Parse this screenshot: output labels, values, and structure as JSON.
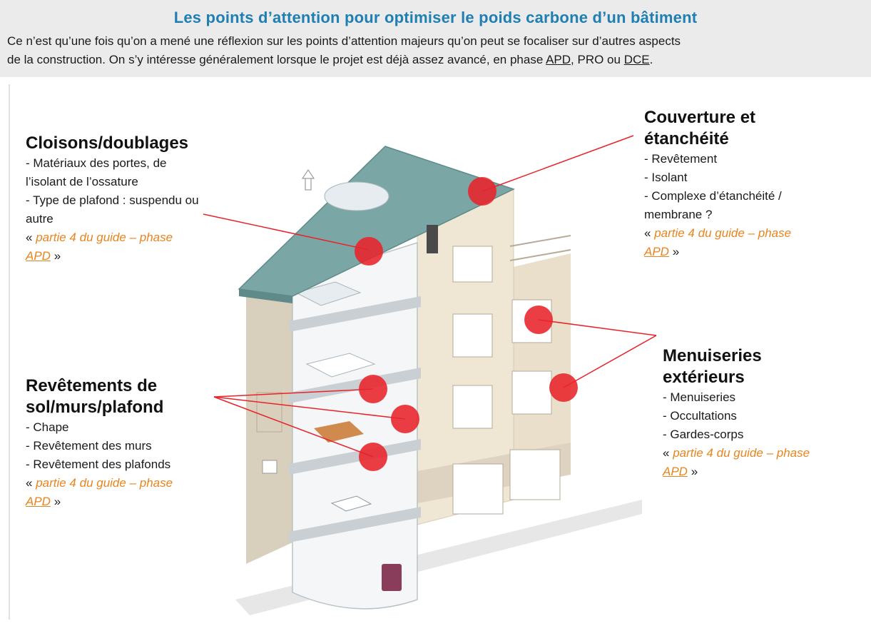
{
  "header": {
    "title": "Les points d’attention pour optimiser le poids carbone d’un bâtiment",
    "intro_line1": "Ce n’est qu’une fois qu’on a mené une réflexion sur les points d’attention majeurs qu’on peut se focaliser sur d’autres aspects",
    "intro_line2_a": "de la construction. On s’y intéresse généralement lorsque le projet est déjà assez avancé, en phase ",
    "intro_apd": "APD",
    "intro_sep1": ", ",
    "intro_pro": "PRO",
    "intro_sep2": " ou ",
    "intro_dce": "DCE",
    "intro_end": "."
  },
  "blocks": {
    "cloisons": {
      "title": "Cloisons/doublages",
      "items": [
        "- Matériaux des portes, de",
        "l’isolant de l’ossature",
        "- Type de plafond : suspendu ou",
        "autre"
      ],
      "ref_open": "« ",
      "ref_text": "partie 4 du guide – phase",
      "ref_apd": "APD",
      "ref_close": " »"
    },
    "couverture": {
      "title_line1": "Couverture et",
      "title_line2": "étanchéité",
      "items": [
        "- Revêtement",
        "- Isolant",
        "- Complexe d’étanchéité /",
        "membrane ?"
      ],
      "ref_open": "« ",
      "ref_text": "partie 4 du guide – phase",
      "ref_apd": "APD",
      "ref_close": " »"
    },
    "revetements": {
      "title_line1": "Revêtements de",
      "title_line2": "sol/murs/plafond",
      "items": [
        "- Chape",
        "- Revêtement des murs",
        "- Revêtement des plafonds"
      ],
      "ref_open": "« ",
      "ref_text": "partie 4 du guide – phase",
      "ref_apd": "APD",
      "ref_close": " »"
    },
    "menuiseries": {
      "title_line1": "Menuiseries",
      "title_line2": "extérieurs",
      "items": [
        "- Menuiseries",
        "- Occultations",
        "- Gardes-corps"
      ],
      "ref_open": "« ",
      "ref_text": "partie 4 du guide – phase",
      "ref_apd": "APD",
      "ref_close": " »"
    }
  },
  "colors": {
    "title_blue": "#1f7fb2",
    "reference_orange": "#e8841d",
    "hotspot_red": "#e8232a",
    "roof_teal": "#7aa6a5",
    "facade_beige": "#ece3cf"
  },
  "icons": [
    "chimney-arrow-icon",
    "ventilation-unit-icon",
    "heat-pump-icon",
    "boiler-icon"
  ]
}
